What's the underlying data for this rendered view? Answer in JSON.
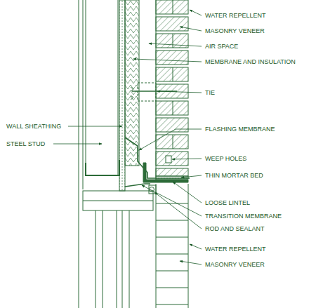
{
  "diagram": {
    "labels": [
      "WATER REPELLENT",
      "MASONRY VENEER",
      "AIR SPACE",
      "MEMBRANE AND INSULATION",
      "TIE",
      "WALL SHEATHING",
      "STEEL STUD",
      "FLASHING MEMBRANE",
      "WEEP HOLES",
      "THIN MORTAR BED",
      "LOOSE LINTEL",
      "TRANSITION MEMBRANE",
      "ROD AND SEALANT",
      "WATER REPELLENT",
      "MASONRY VENEER"
    ]
  }
}
